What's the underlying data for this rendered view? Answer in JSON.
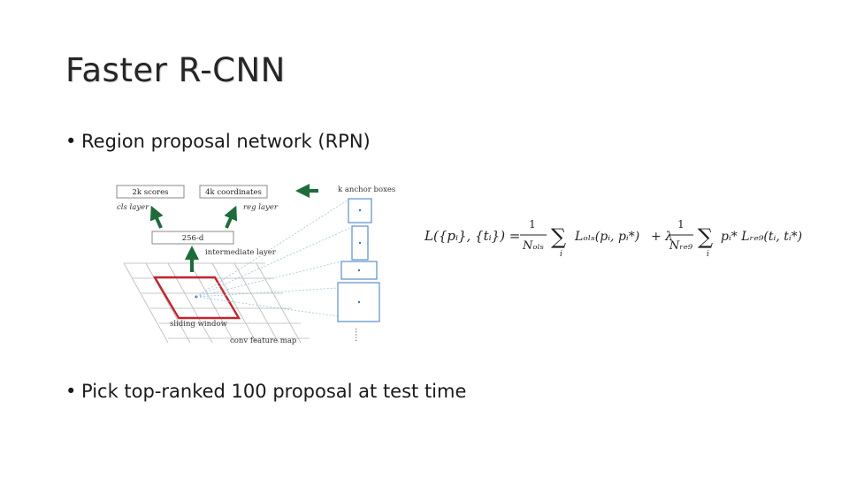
{
  "slide": {
    "title": "Faster R-CNN",
    "bullets": [
      "Region proposal network (RPN)",
      "Pick top-ranked 100 proposal at test time"
    ]
  },
  "diagram": {
    "scores_box": "2k scores",
    "coords_box": "4k coordinates",
    "cls_layer": "cls layer",
    "reg_layer": "reg layer",
    "anchor_label": "k anchor boxes",
    "feature_box": "256-d",
    "intermediate_label": "intermediate layer",
    "sliding_label": "sliding window",
    "feature_map_label": "conv feature map"
  },
  "formula": {
    "lhs": "L({pᵢ}, {tᵢ}) =",
    "one_a": "1",
    "n_cls": "Nₒₗₛ",
    "sum_a_index": "i",
    "cls_term": "Lₒₗₛ(pᵢ, pᵢ*)",
    "plus_lambda": "+ λ",
    "one_b": "1",
    "n_reg": "Nᵣₑ₉",
    "sum_b_index": "i",
    "reg_term": "pᵢ* Lᵣₑ₉(tᵢ, tᵢ*)"
  },
  "colors": {
    "arrow": "#1f6b3a",
    "window": "#c0272d",
    "grid": "#b9b9b9",
    "anchor_box": "#5a8fc8",
    "dashed": "#9cc3e3"
  }
}
